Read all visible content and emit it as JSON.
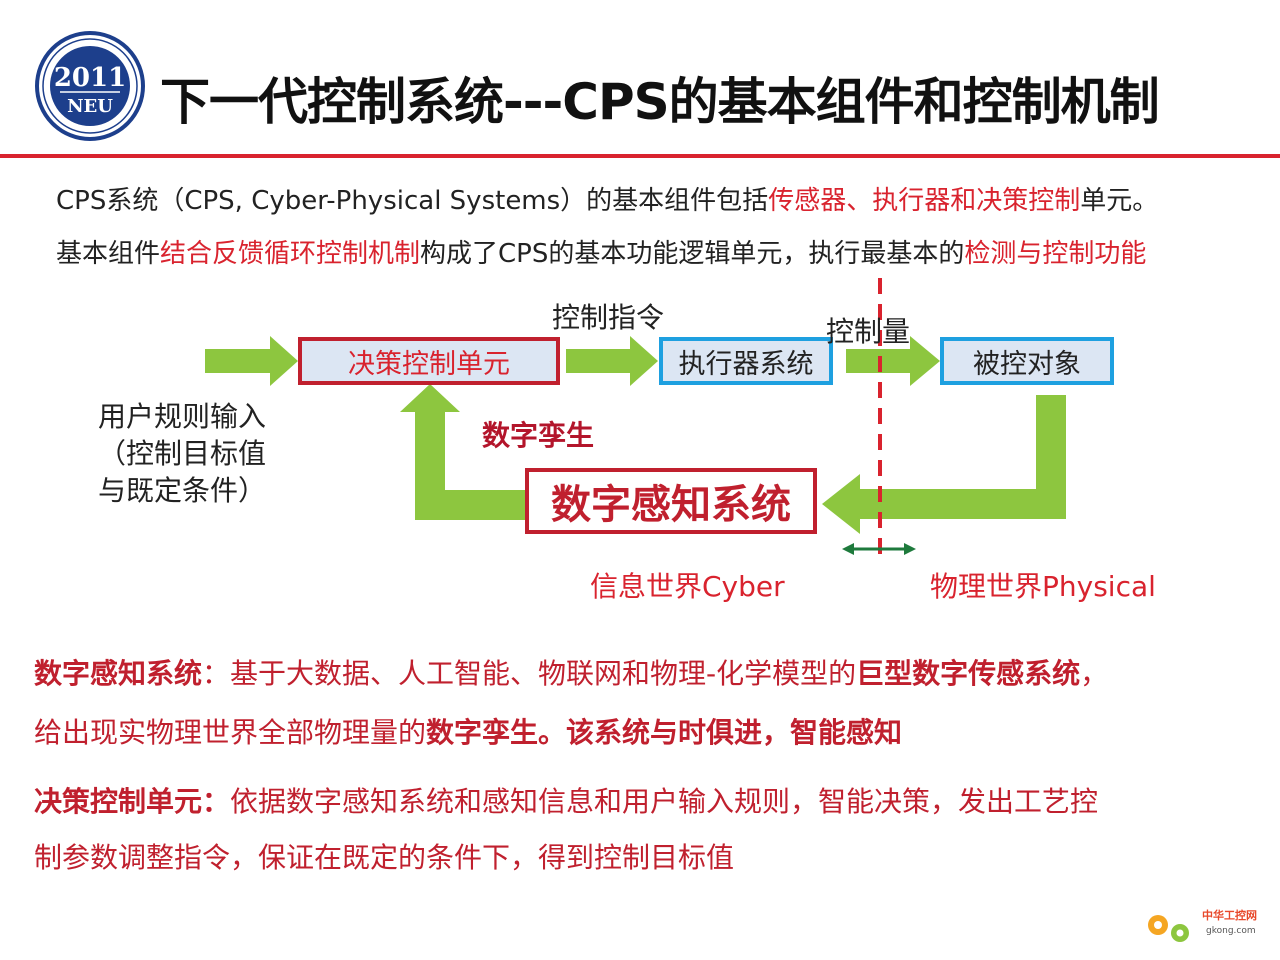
{
  "logo": {
    "year": "2011",
    "abbr": "NEU"
  },
  "title": "下一代控制系统---CPS的基本组件和控制机制",
  "intro": {
    "line1": {
      "a": "CPS系统（CPS, Cyber-Physical Systems）的基本组件包括",
      "b": "传感器、执行器和决策控制",
      "c": "单元。"
    },
    "line2": {
      "a": "基本组件",
      "b": "结合反馈循环控制机制",
      "c": "构成了CPS的基本功能逻辑单元，执行最基本的",
      "d": "检测与控制功能"
    }
  },
  "diagram": {
    "decision_unit": "决策控制单元",
    "actuator": "执行器系统",
    "plant": "被控对象",
    "perception": "数字感知系统",
    "control_command": "控制指令",
    "control_quantity": "控制量",
    "digital_twin": "数字孪生",
    "user_input": [
      "用户规则输入",
      "（控制目标值",
      "与既定条件）"
    ],
    "cyber_world": "信息世界Cyber",
    "physical_world": "物理世界Physical"
  },
  "desc1": {
    "term": "数字感知系统",
    "text1": "：基于大数据、人工智能、物联网和物理-化学模型的",
    "bold1": "巨型数字传感系统",
    "text2": "，",
    "text3": "给出现实物理世界全部物理量的",
    "bold2": "数字孪生。该系统与时俱进，智能感知"
  },
  "desc2": {
    "term": "决策控制单元：",
    "text1": "依据数字感知系统和感知信息和用户输入规则，智能决策，发出工艺控",
    "text2": "制参数调整指令，保证在既定的条件下，得到控制目标值"
  },
  "watermark": {
    "brand": "中华工控网",
    "url": "gkong.com"
  },
  "colors": {
    "accent_red": "#d9232e",
    "arrow_green": "#8dc63f",
    "box_blue_border": "#1ea0e0",
    "box_fill": "#dce6f3"
  }
}
